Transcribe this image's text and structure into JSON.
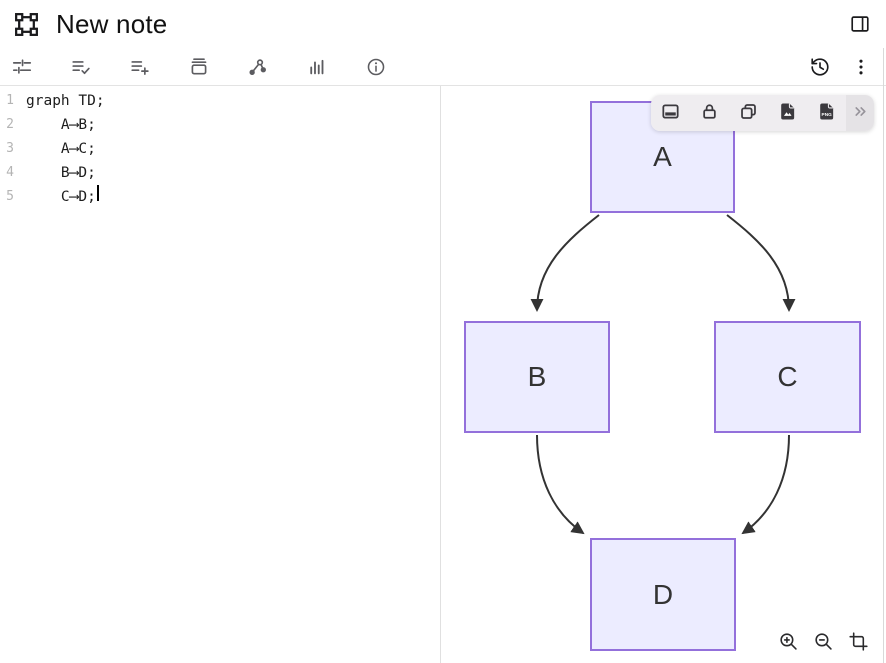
{
  "header": {
    "title": "New note",
    "icons": [
      "object-frame",
      "layout-panel-right"
    ]
  },
  "toolbar": {
    "left_buttons": [
      "tune",
      "list-check",
      "list-add",
      "archive",
      "node-graph",
      "stats-bars",
      "info"
    ],
    "right_buttons": [
      "history",
      "kebab-menu"
    ]
  },
  "editor": {
    "lines": [
      {
        "num": "1",
        "code": "graph TD;"
      },
      {
        "num": "2",
        "code": "    A⟶B;"
      },
      {
        "num": "3",
        "code": "    A⟶C;"
      },
      {
        "num": "4",
        "code": "    B⟶D;"
      },
      {
        "num": "5",
        "code": "    C⟶D;"
      }
    ]
  },
  "diagram": {
    "type": "flowchart-top-down",
    "nodes": [
      {
        "id": "A",
        "label": "A"
      },
      {
        "id": "B",
        "label": "B"
      },
      {
        "id": "C",
        "label": "C"
      },
      {
        "id": "D",
        "label": "D"
      }
    ],
    "edges": [
      {
        "from": "A",
        "to": "B"
      },
      {
        "from": "A",
        "to": "C"
      },
      {
        "from": "B",
        "to": "D"
      },
      {
        "from": "C",
        "to": "D"
      }
    ],
    "colors": {
      "node_fill": "#ECECFF",
      "node_border": "#9370DB",
      "edge_stroke": "#333333",
      "node_text": "#333333"
    }
  },
  "floating_toolbar": {
    "buttons": [
      "panel-bottom",
      "lock",
      "duplicate",
      "export-image",
      "export-png",
      "chevrons-right-more"
    ],
    "png_label": "PNG"
  },
  "zoom_controls": {
    "buttons": [
      "zoom-in",
      "zoom-out",
      "crop-fit"
    ]
  }
}
